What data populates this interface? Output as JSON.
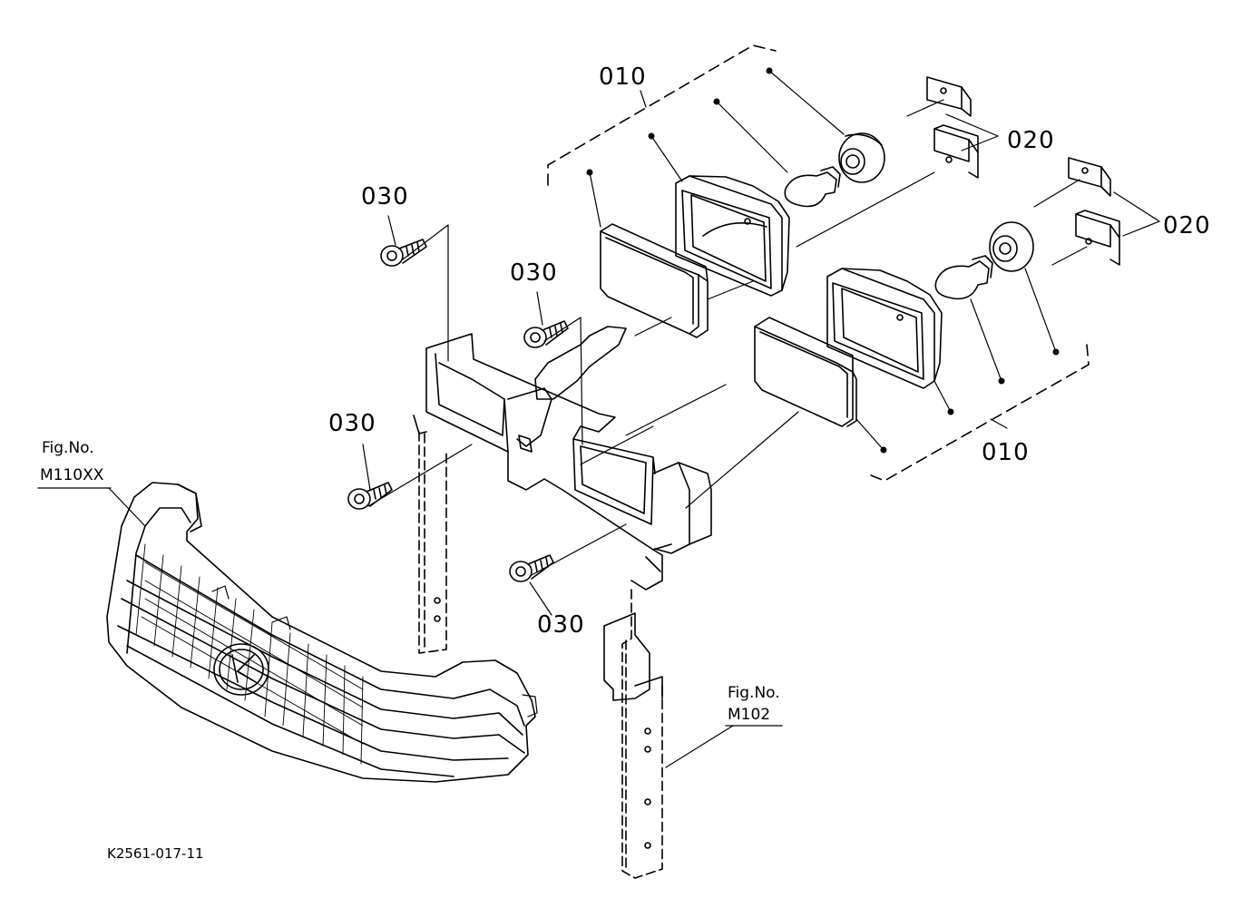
{
  "labels": {
    "p010_top": "010",
    "p010_bottom": "010",
    "p020_top": "020",
    "p020_right": "020",
    "p030_a": "030",
    "p030_b": "030",
    "p030_c": "030",
    "p030_d": "030"
  },
  "refs": {
    "grille_fig_label": "Fig.No.",
    "grille_fig_code": "M110XX",
    "frame_fig_label": "Fig.No.",
    "frame_fig_code": "M102"
  },
  "drawing_code": "K2561-017-11",
  "colors": {
    "line": "#000000",
    "background": "#ffffff"
  },
  "icons": {
    "emblem": "kubota-emblem"
  }
}
